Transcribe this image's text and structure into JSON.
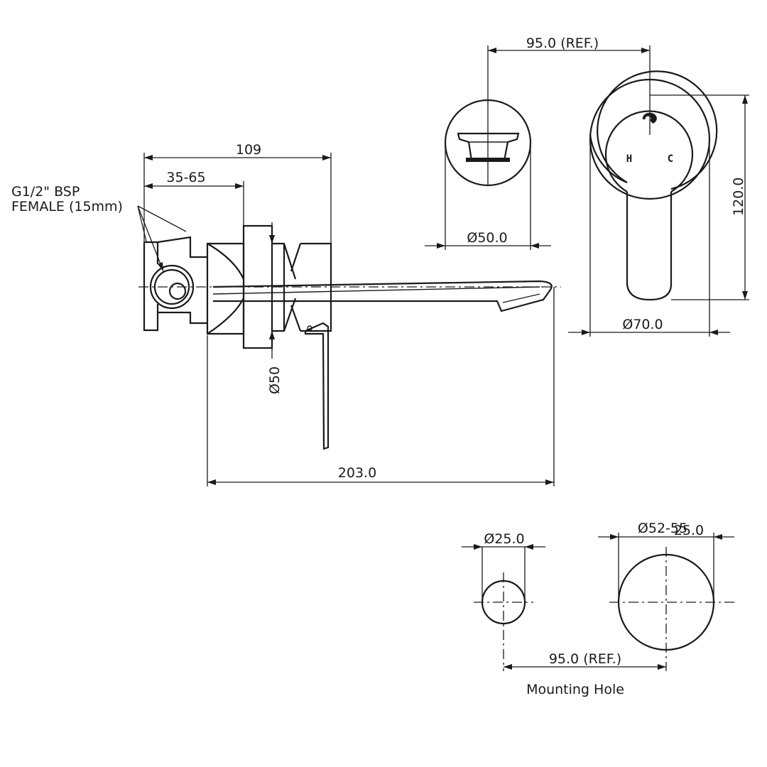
{
  "dimensions": {
    "ref_top": "95.0 (REF.)",
    "diam_spout_cover": "Ø50.0",
    "diam_plate": "Ø70.0",
    "height_plate": "120.0",
    "depth_overall": "109",
    "depth_range": "35-65",
    "spout_length": "203.0",
    "diam_body": "Ø50",
    "inlet_label_line1": "G1/2\" BSP",
    "inlet_label_line2": "FEMALE  (15mm)",
    "hole_small": "Ø25.0",
    "hole_large": "Ø52-55",
    "hole_large_overlap": "25.0",
    "ref_bottom": "95.0 (REF.)"
  },
  "markings": {
    "hot": "H",
    "cold": "C"
  },
  "captions": {
    "mounting_hole": "Mounting Hole"
  }
}
